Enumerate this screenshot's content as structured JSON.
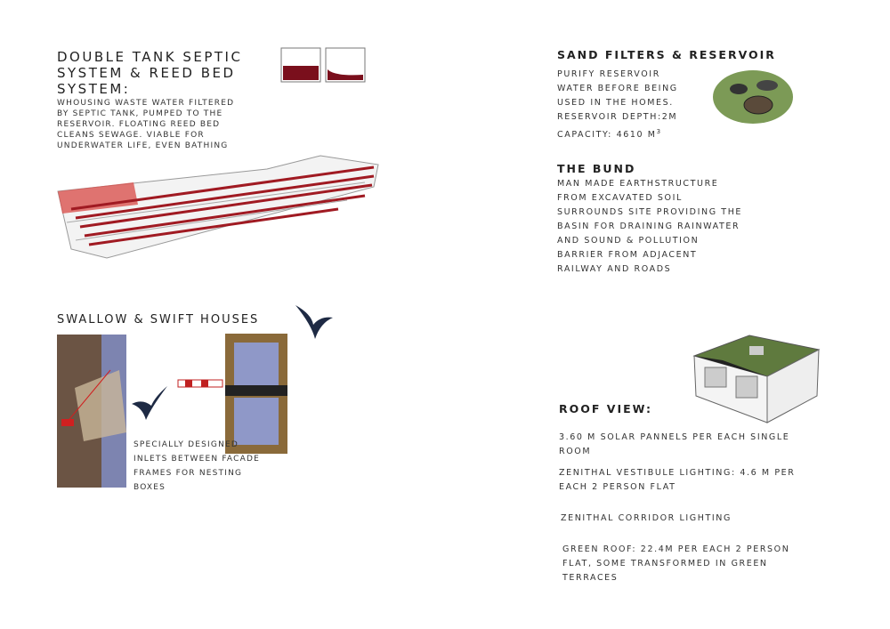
{
  "septic": {
    "title_lines": [
      "Double tank septic",
      "system & reed bed",
      "system:"
    ],
    "body_lines": [
      "Whousing waste water filtered",
      "by septic tank, pumped to the",
      "reservoir. Floating reed bed",
      "cleans sewage. Viable for",
      "underwater life, even bathing"
    ]
  },
  "swallow": {
    "title": "Swallow & swift houses",
    "body_lines": [
      "Specially designed",
      "inlets between facade",
      "frames for nesting",
      "boxes"
    ]
  },
  "sand": {
    "title": "Sand filters & reservoir",
    "body_lines": [
      "Purify reservoir",
      "water before being",
      "used in the homes.",
      "Reservoir depth:2m",
      "Capacity: 4610 m"
    ],
    "superscript": "3"
  },
  "bund": {
    "title": "The bund",
    "body_lines": [
      "Man made earthstructure",
      "from excavated soil",
      "surrounds site providing the",
      "basin for draining rainwater",
      "and sound & pollution",
      "barrier from adjacent",
      "railway and roads"
    ]
  },
  "roof": {
    "title": "Roof view:",
    "items": [
      [
        "3.60 m solar pannels per each single",
        "room"
      ],
      [
        "Zenithal vestibule lighting: 4.6 m per",
        "each 2 person flat"
      ],
      [
        "Zenithal corridor lighting"
      ],
      [
        "Green roof: 22.4m per each 2 person",
        "flat, some transformed in green",
        "terraces"
      ]
    ]
  }
}
